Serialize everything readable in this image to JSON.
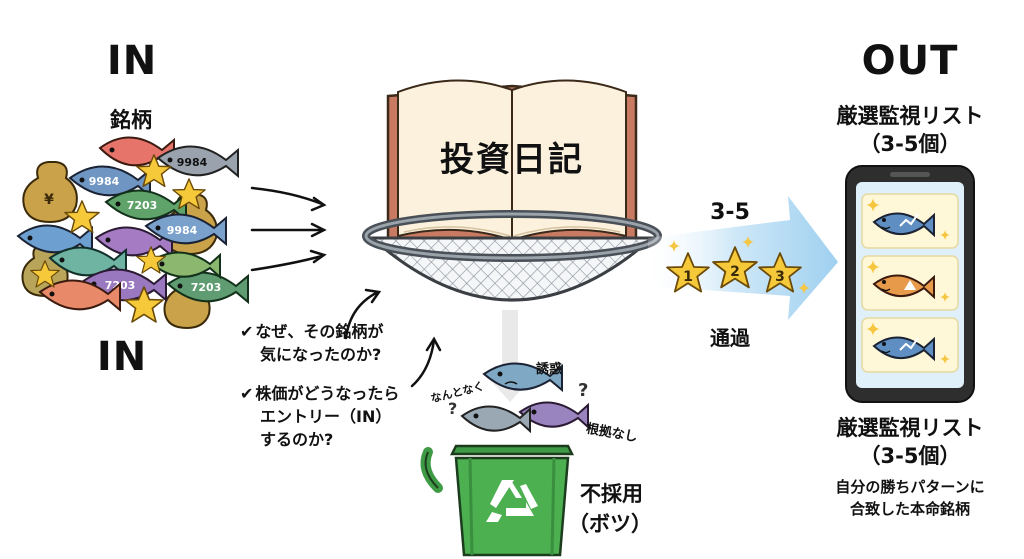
{
  "in_top_label": "IN",
  "in_sub_label": "銘柄",
  "in_bottom_label": "IN",
  "stock_codes": [
    "9984",
    "9984",
    "7203",
    "9984",
    "7203",
    "7203"
  ],
  "book_title": "投資日記",
  "questions": [
    {
      "line1": "なぜ、その銘柄が",
      "line2": "気になったのか?"
    },
    {
      "line1": "株価がどうなったら",
      "line2": "エントリー（IN）",
      "line3": "するのか?"
    }
  ],
  "pass_count": "3-5",
  "pass_label": "通過",
  "star_numbers": [
    "1",
    "2",
    "3"
  ],
  "rejected_tags": {
    "left": "なんとなく",
    "top": "誘惑",
    "right": "根拠なし"
  },
  "reject_label": "不採用",
  "reject_sub": "（ボツ）",
  "out_label": "OUT",
  "out_title": "厳選監視リスト",
  "out_count": "（3-5個）",
  "out_title_bottom": "厳選監視リスト",
  "out_count_bottom": "（3-5個）",
  "out_desc_line1": "自分の勝ちパターンに",
  "out_desc_line2": "合致した本命銘柄",
  "colors": {
    "arrow_blue": "#a9d6f2",
    "star_gold": "#f5c93a",
    "bin_green": "#4caf50",
    "book_red": "#c87b62",
    "book_page": "#fbf1dc",
    "phone_dark": "#2e2e2e",
    "card_bg": "#fff8d8"
  }
}
